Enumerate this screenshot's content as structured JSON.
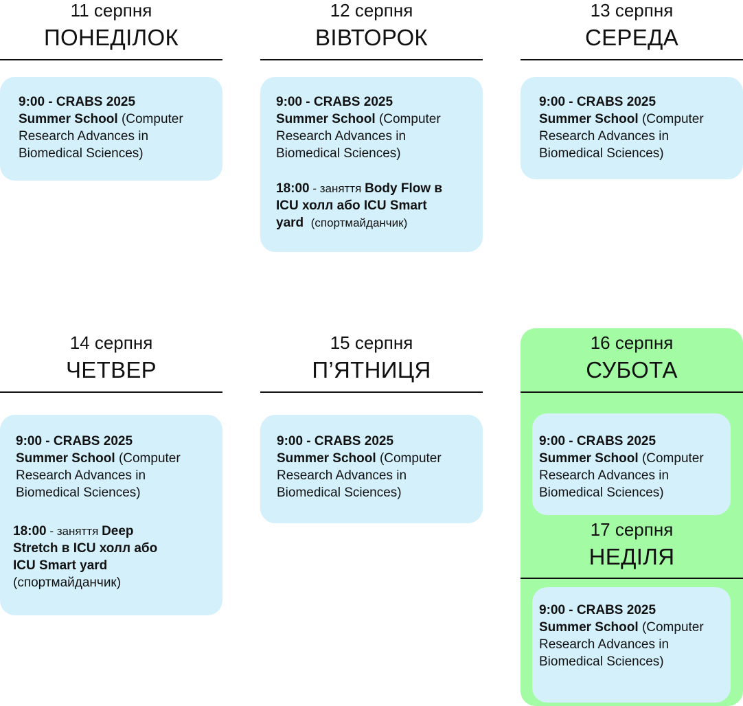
{
  "days": [
    {
      "date": "11 серпня",
      "name": "ПОНЕДІЛОК",
      "events": [
        {
          "time": "9:00 - CRABS 2025",
          "title": "Summer School",
          "details_1": "(Computer",
          "details_2": "Research Advances in",
          "details_3": "Biomedical Sciences)"
        }
      ]
    },
    {
      "date": "12 серпня",
      "name": "ВІВТОРОК",
      "events": [
        {
          "time": "9:00 - CRABS 2025",
          "title": "Summer School",
          "details_1": "(Computer",
          "details_2": "Research Advances in",
          "details_3": "Biomedical Sciences)"
        },
        {
          "time": "18:00",
          "sep": " - заняття ",
          "title_1": "Body Flow в",
          "title_2": "ICU холл або ICU Smart",
          "title_3": "yard",
          "details": "(спортмайданчик)"
        }
      ]
    },
    {
      "date": "13 серпня",
      "name": "СЕРЕДА",
      "events": [
        {
          "time": "9:00 - CRABS 2025",
          "title": "Summer School",
          "details_1": "(Computer",
          "details_2": "Research Advances in",
          "details_3": "Biomedical Sciences)"
        }
      ]
    },
    {
      "date": "14 серпня",
      "name": "ЧЕТВЕР",
      "events": [
        {
          "time": "9:00 - CRABS 2025",
          "title": "Summer School",
          "details_1": "(Computer",
          "details_2": "Research Advances in",
          "details_3": "Biomedical Sciences)"
        },
        {
          "time": "18:00",
          "sep": " - заняття ",
          "title_1": "Deep",
          "title_2": "Stretch в ICU холл або",
          "title_3": "ICU Smart yard",
          "details": "(спортмайданчик)"
        }
      ]
    },
    {
      "date": "15 серпня",
      "name": "П’ЯТНИЦЯ",
      "events": [
        {
          "time": "9:00 - CRABS 2025",
          "title": "Summer School",
          "details_1": "(Computer",
          "details_2": "Research Advances in",
          "details_3": "Biomedical Sciences)"
        }
      ]
    },
    {
      "date": "16 серпня",
      "name": "СУБОТА",
      "events": [
        {
          "time": "9:00 - CRABS 2025",
          "title": "Summer School",
          "details_1": "(Computer",
          "details_2": "Research Advances in",
          "details_3": "Biomedical Sciences)"
        }
      ]
    },
    {
      "date": "17 серпня",
      "name": "НЕДІЛЯ",
      "events": [
        {
          "time": "9:00 - CRABS 2025",
          "title": "Summer School",
          "details_1": "(Computer",
          "details_2": "Research Advances in",
          "details_3": "Biomedical Sciences)"
        }
      ]
    }
  ],
  "colors": {
    "card": "#d4f0fb",
    "weekend": "#a3fca4",
    "text": "#111111"
  }
}
